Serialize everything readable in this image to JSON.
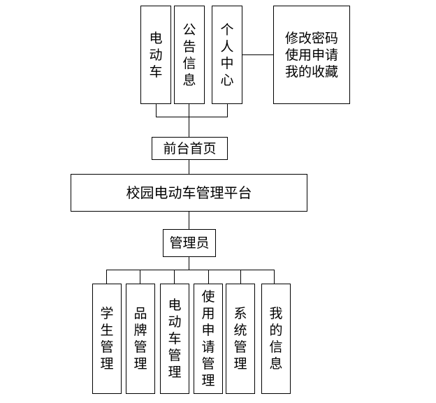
{
  "platform": {
    "title": "校园电动车管理平台"
  },
  "front": {
    "home_label": "前台首页",
    "modules": [
      {
        "label": "电动车"
      },
      {
        "label": "公告信息"
      },
      {
        "label": "个人中心"
      }
    ],
    "personal_center_sub": [
      "修改密码",
      "使用申请",
      "我的收藏"
    ]
  },
  "admin": {
    "label": "管理员",
    "modules": [
      {
        "label": "学生管理"
      },
      {
        "label": "品牌管理"
      },
      {
        "label": "电动车管理"
      },
      {
        "label": "使用申请管理"
      },
      {
        "label": "系统管理"
      },
      {
        "label": "我的信息"
      }
    ]
  }
}
